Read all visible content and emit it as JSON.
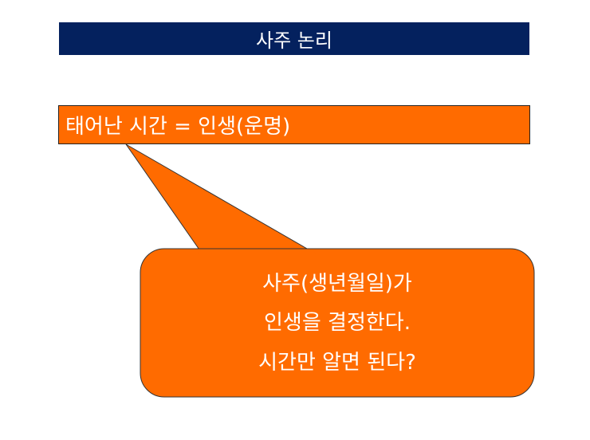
{
  "slide": {
    "title": "사주 논리",
    "premise": "태어난 시간 = 인생(운명)",
    "callout": {
      "line1": "사주(생년월일)가",
      "line2": "인생을 결정한다.",
      "line3": "시간만 알면 된다?"
    }
  },
  "colors": {
    "title_bg": "#04215e",
    "accent_orange": "#ff6b00",
    "text": "#ffffff"
  }
}
